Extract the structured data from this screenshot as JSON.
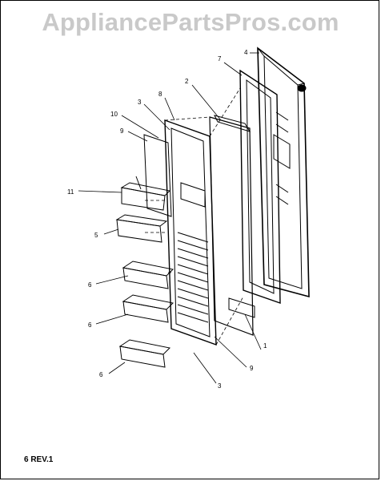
{
  "watermark": "AppliancePartsPros.com",
  "footer": {
    "revision": "6 REV.1"
  },
  "callouts": {
    "c1": "1",
    "c2": "2",
    "c3a": "3",
    "c3b": "3",
    "c4": "4",
    "c5": "5",
    "c6a": "6",
    "c6b": "6",
    "c6c": "6",
    "c7": "7",
    "c8": "8",
    "c9a": "9",
    "c9b": "9",
    "c10": "10",
    "c11": "11"
  }
}
